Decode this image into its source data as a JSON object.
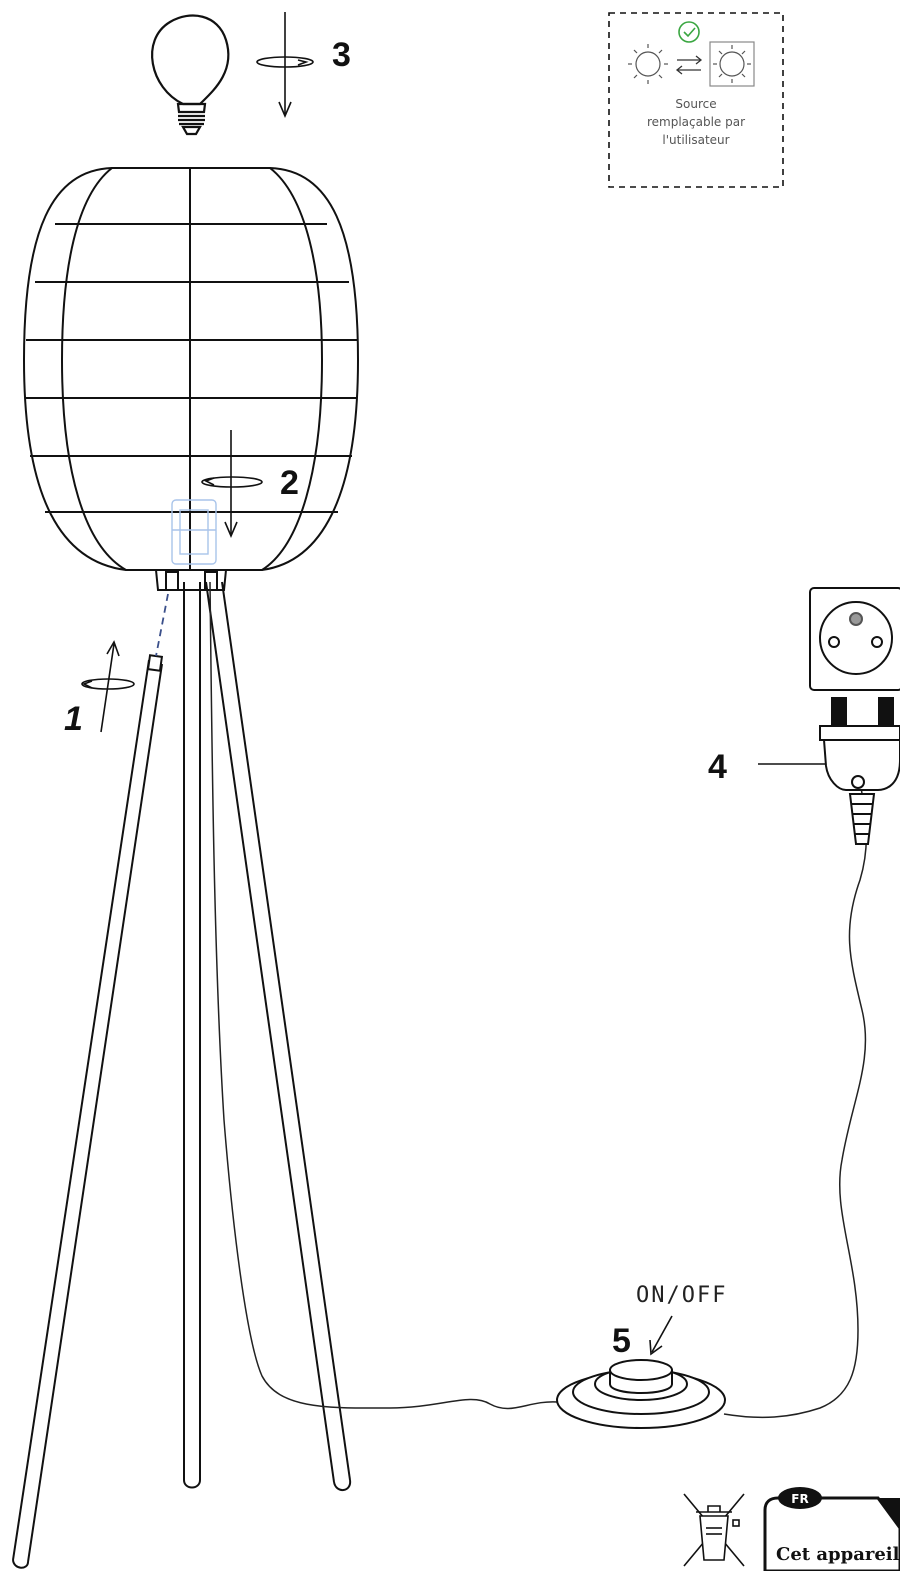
{
  "steps": {
    "step1": "1",
    "step2": "2",
    "step3": "3",
    "step4": "4",
    "step5": "5"
  },
  "switch_label": "ON/OFF",
  "replaceable_badge": {
    "line1": "Source",
    "line2": "remplaçable par",
    "line3": "l'utilisateur",
    "check_color": "#3aa641"
  },
  "recycling": {
    "country_code": "FR",
    "notice_text": "Cet appareil"
  },
  "icons": [
    "light-bulb-icon",
    "rotate-arrow-icon",
    "sun-icon",
    "swap-arrows-icon",
    "check-circle-icon",
    "wall-socket-icon",
    "plug-icon",
    "crossed-bin-icon"
  ]
}
